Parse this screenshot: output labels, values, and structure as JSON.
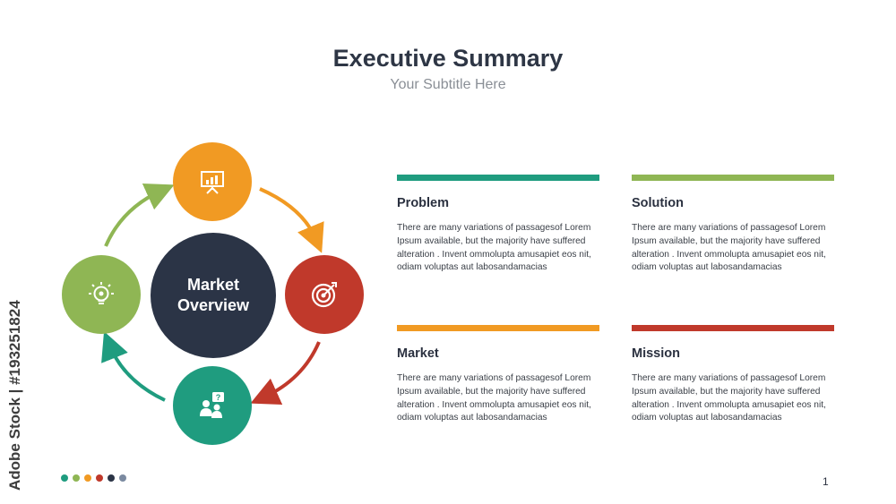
{
  "header": {
    "title": "Executive Summary",
    "subtitle": "Your Subtitle Here"
  },
  "cycle": {
    "center_line1": "Market",
    "center_line2": "Overview",
    "nodes": [
      {
        "position": "top",
        "icon": "presentation-board-icon",
        "color": "#f19a23"
      },
      {
        "position": "right",
        "icon": "target-icon",
        "color": "#c0392b"
      },
      {
        "position": "bottom",
        "icon": "team-question-icon",
        "color": "#1f9c7f"
      },
      {
        "position": "left",
        "icon": "lightbulb-icon",
        "color": "#8fb654"
      }
    ],
    "center_color": "#2b3446"
  },
  "cards": [
    {
      "title": "Problem",
      "color": "#1f9c7f",
      "lines": [
        "There are many variations of passagesof Lorem",
        "Ipsum available, but  the  majority  have suffered",
        "alteration . Invent  ommolupta  amusapiet eos nit,",
        "odiam voluptas aut labosandamacias"
      ]
    },
    {
      "title": "Solution",
      "color": "#8fb654",
      "lines": [
        "There are many variations of passagesof Lorem",
        "Ipsum available, but  the  majority  have suffered",
        "alteration . Invent  ommolupta  amusapiet eos nit,",
        "odiam voluptas aut labosandamacias"
      ]
    },
    {
      "title": "Market",
      "color": "#f19a23",
      "lines": [
        "There are many variations of passagesof Lorem",
        "Ipsum available, but  the  majority  have suffered",
        "alteration . Invent  ommolupta  amusapiet eos nit,",
        "odiam voluptas aut labosandamacias"
      ]
    },
    {
      "title": "Mission",
      "color": "#c0392b",
      "lines": [
        "There are many variations of passagesof Lorem",
        "Ipsum available, but  the  majority  have suffered",
        "alteration . Invent  ommolupta  amusapiet eos nit,",
        "odiam voluptas aut labosandamacias"
      ]
    }
  ],
  "footer": {
    "dot_colors": [
      "#1f9c7f",
      "#8fb654",
      "#f19a23",
      "#c0392b",
      "#2b3446",
      "#7b8aa0"
    ],
    "page_number": "1"
  },
  "watermark": {
    "credit": "Adobe Stock | #193251824"
  }
}
